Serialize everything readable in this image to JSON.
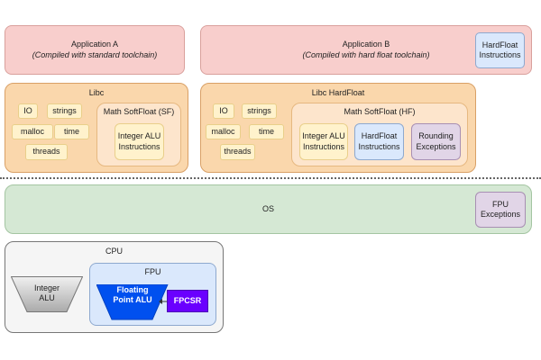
{
  "app_a": {
    "title": "Application A",
    "subtitle": "(Compiled with standard toolchain)"
  },
  "app_b": {
    "title": "Application B",
    "subtitle": "(Compiled with hard float toolchain)",
    "hardfloat": "HardFloat Instructions"
  },
  "libc": {
    "title": "Libc",
    "items": [
      "IO",
      "strings",
      "malloc",
      "time",
      "threads"
    ],
    "math_title": "Math SoftFloat (SF)",
    "integer_alu": "Integer ALU Instructions"
  },
  "libc_hf": {
    "title": "Libc HardFloat",
    "items": [
      "IO",
      "strings",
      "malloc",
      "time",
      "threads"
    ],
    "math_title": "Math SoftFloat (HF)",
    "integer_alu": "Integer ALU Instructions",
    "hardfloat": "HardFloat Instructions",
    "rounding": "Rounding Exceptions"
  },
  "os": {
    "title": "OS",
    "fpu_exceptions": "FPU Exceptions"
  },
  "cpu": {
    "title": "CPU",
    "integer_alu": "Integer ALU",
    "fpu_title": "FPU",
    "fp_alu": "Floating Point ALU",
    "fpcsr": "FPCSR"
  },
  "colors": {
    "app": "#f8cecc",
    "libc": "#fad7ac",
    "hardfloat": "#dae8fc",
    "exceptions": "#e1d5e7",
    "os": "#d5e8d4",
    "fp_alu": "#0050ef",
    "fpcsr": "#6a00ff"
  }
}
